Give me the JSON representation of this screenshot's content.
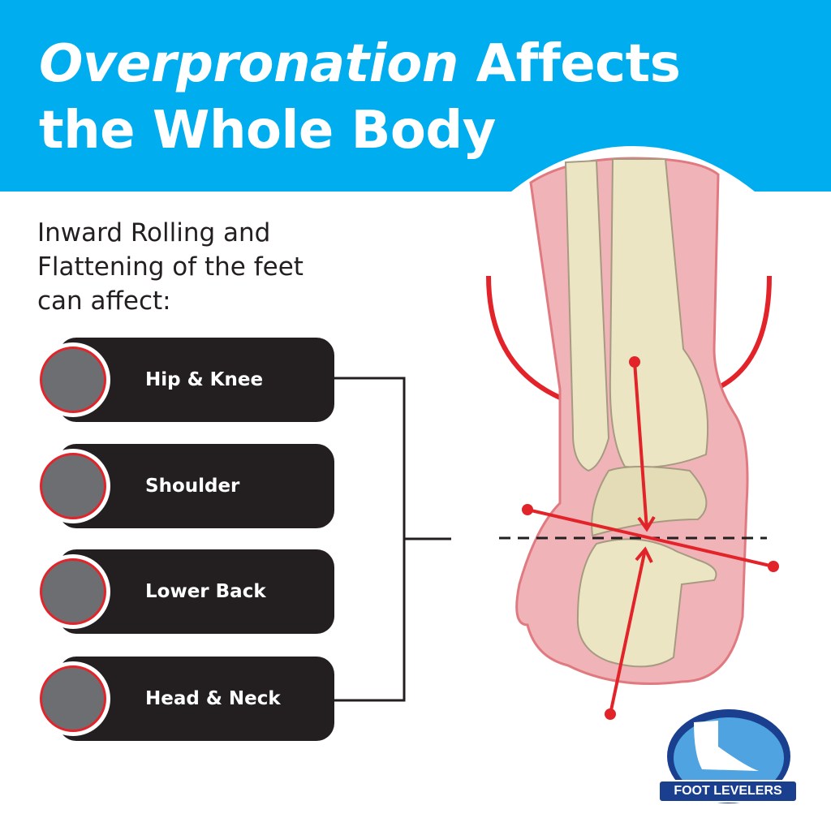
{
  "header": {
    "title_italic": "Overpronation",
    "title_rest_line1": " Affects",
    "title_line2": "the Whole Body",
    "background_color": "#00aeef"
  },
  "subtitle": {
    "line1": "Inward Rolling and",
    "line2": "Flattening of the feet",
    "line3": "can affect:"
  },
  "items": [
    {
      "label": "Hip & Knee",
      "icon": "knee-pain-icon"
    },
    {
      "label": "Shoulder",
      "icon": "shoulder-pain-icon"
    },
    {
      "label": "Lower Back",
      "icon": "lower-back-pain-icon"
    },
    {
      "label": "Head & Neck",
      "icon": "head-neck-pain-icon"
    }
  ],
  "illustration": {
    "subject": "ankle-foot-bones-overpronation",
    "accent_color": "#e3232a"
  },
  "logo": {
    "text": "FOOT LEVELERS"
  }
}
